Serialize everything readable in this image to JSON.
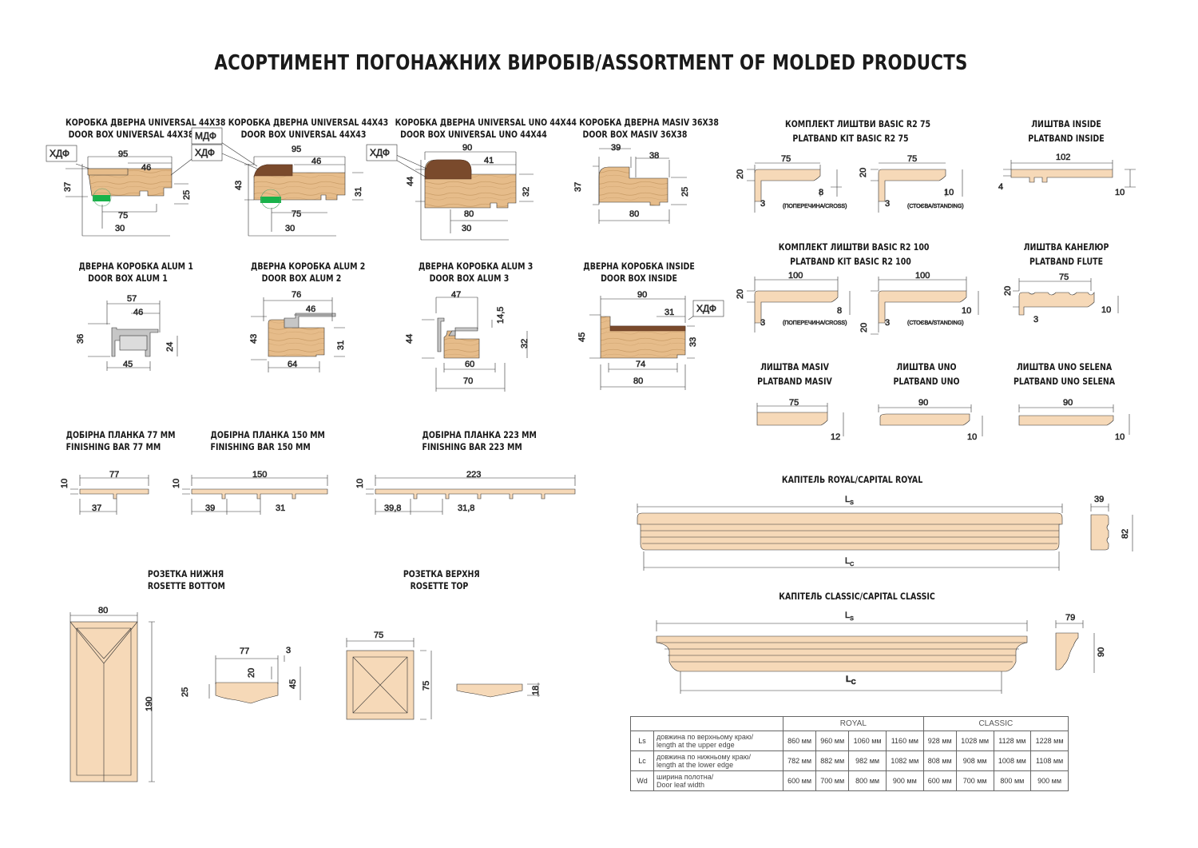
{
  "title": "АСОРТИМЕНТ ПОГОНАЖНИХ ВИРОБІВ/ASSORTMENT OF MOLDED PRODUCTS",
  "products": {
    "box_univ_44x38": {
      "ua": "КОРОБКА ДВЕРНА UNIVERSAL 44Х38",
      "en": "DOOR BOX UNIVERSAL 44Х38"
    },
    "box_univ_44x43": {
      "ua": "КОРОБКА ДВЕРНА UNIVERSAL 44Х43",
      "en": "DOOR BOX UNIVERSAL 44Х43"
    },
    "box_uno_44x44": {
      "ua": "КОРОБКА ДВЕРНА UNIVERSAL UNO 44Х44",
      "en": "DOOR BOX UNIVERSAL UNO 44Х44"
    },
    "box_masiv": {
      "ua": "КОРОБКА ДВЕРНА MASIV 36Х38",
      "en": "DOOR BOX MASIV 36Х38"
    },
    "kit_r2_75": {
      "ua": "КОМПЛЕКТ ЛИШТВИ BASIC R2 75",
      "en": "PLATBAND KIT BASIC R2 75"
    },
    "platband_inside": {
      "ua": "ЛИШТВА INSIDE",
      "en": "PLATBAND INSIDE"
    },
    "alum1": {
      "ua": "ДВЕРНА КОРОБКА ALUM 1",
      "en": "DOOR BOX ALUM 1"
    },
    "alum2": {
      "ua": "ДВЕРНА КОРОБКА ALUM 2",
      "en": "DOOR BOX ALUM 2"
    },
    "alum3": {
      "ua": "ДВЕРНА КОРОБКА ALUM 3",
      "en": "DOOR BOX ALUM 3"
    },
    "box_inside": {
      "ua": "ДВЕРНА КОРОБКА INSIDE",
      "en": "DOOR BOX INSIDE"
    },
    "kit_r2_100": {
      "ua": "КОМПЛЕКТ ЛИШТВИ BASIC R2 100",
      "en": "PLATBAND KIT BASIC R2 100"
    },
    "platband_flute": {
      "ua": "ЛИШТВА КАНЕЛЮР",
      "en": "PLATBAND FLUTE"
    },
    "platband_masiv": {
      "ua": "ЛИШТВА MASIV",
      "en": "PLATBAND MASIV"
    },
    "platband_uno": {
      "ua": "ЛИШТВА UNO",
      "en": "PLATBAND UNO"
    },
    "platband_uno_selena": {
      "ua": "ЛИШТВА UNO SELENA",
      "en": "PLATBAND UNO SELENA"
    },
    "bar77": {
      "ua": "ДОБІРНА ПЛАНКА 77 ММ",
      "en": "FINISHING BAR 77 MM"
    },
    "bar150": {
      "ua": "ДОБІРНА ПЛАНКА 150 ММ",
      "en": "FINISHING BAR 150 MM"
    },
    "bar223": {
      "ua": "ДОБІРНА ПЛАНКА 223 ММ",
      "en": "FINISHING BAR 223 MM"
    },
    "capital_royal": {
      "ua": "КАПІТЕЛЬ ROYAL/CAPITAL ROYAL"
    },
    "capital_classic": {
      "ua": "КАПІТЕЛЬ CLASSIC/CAPITAL CLASSIC"
    },
    "rosette_bottom": {
      "ua": "РОЗЕТКА НИЖНЯ",
      "en": "ROSETTE BOTTOM"
    },
    "rosette_top": {
      "ua": "РОЗЕТКА ВЕРХНЯ",
      "en": "ROSETTE TOP"
    }
  },
  "tags": {
    "hdf": "ХДФ",
    "mdf": "МДФ"
  },
  "notes": {
    "cross": "(ПОПЕРЕЧИНА/CROSS)",
    "standing": "(СТОЄВА/STANDING)"
  },
  "colors": {
    "wood": "#e9c191",
    "wood_light": "#f6d9b8",
    "wood_edge": "#c99c66",
    "veneer": "#7a4a2c",
    "green": "#18b34a",
    "alum": "#c6c6c6"
  },
  "table": {
    "group_royal": "ROYAL",
    "group_classic": "CLASSIC",
    "rows": [
      {
        "sym": "Ls",
        "desc_ua": "довжина по верхньому краю/",
        "desc_en": "length at the upper edge",
        "values": [
          "860 мм",
          "960 мм",
          "1060 мм",
          "1160 мм",
          "928 мм",
          "1028 мм",
          "1128 мм",
          "1228 мм"
        ]
      },
      {
        "sym": "Lc",
        "desc_ua": "довжина по нижньому краю/",
        "desc_en": "length at the lower edge",
        "values": [
          "782 мм",
          "882 мм",
          "982 мм",
          "1082 мм",
          "808 мм",
          "908 мм",
          "1008 мм",
          "1108 мм"
        ]
      },
      {
        "sym": "Wd",
        "desc_ua": "ширина полотна/",
        "desc_en": "Door leaf width",
        "values": [
          "600 мм",
          "700 мм",
          "800 мм",
          "900 мм",
          "600 мм",
          "700 мм",
          "800 мм",
          "900 мм"
        ]
      }
    ]
  }
}
